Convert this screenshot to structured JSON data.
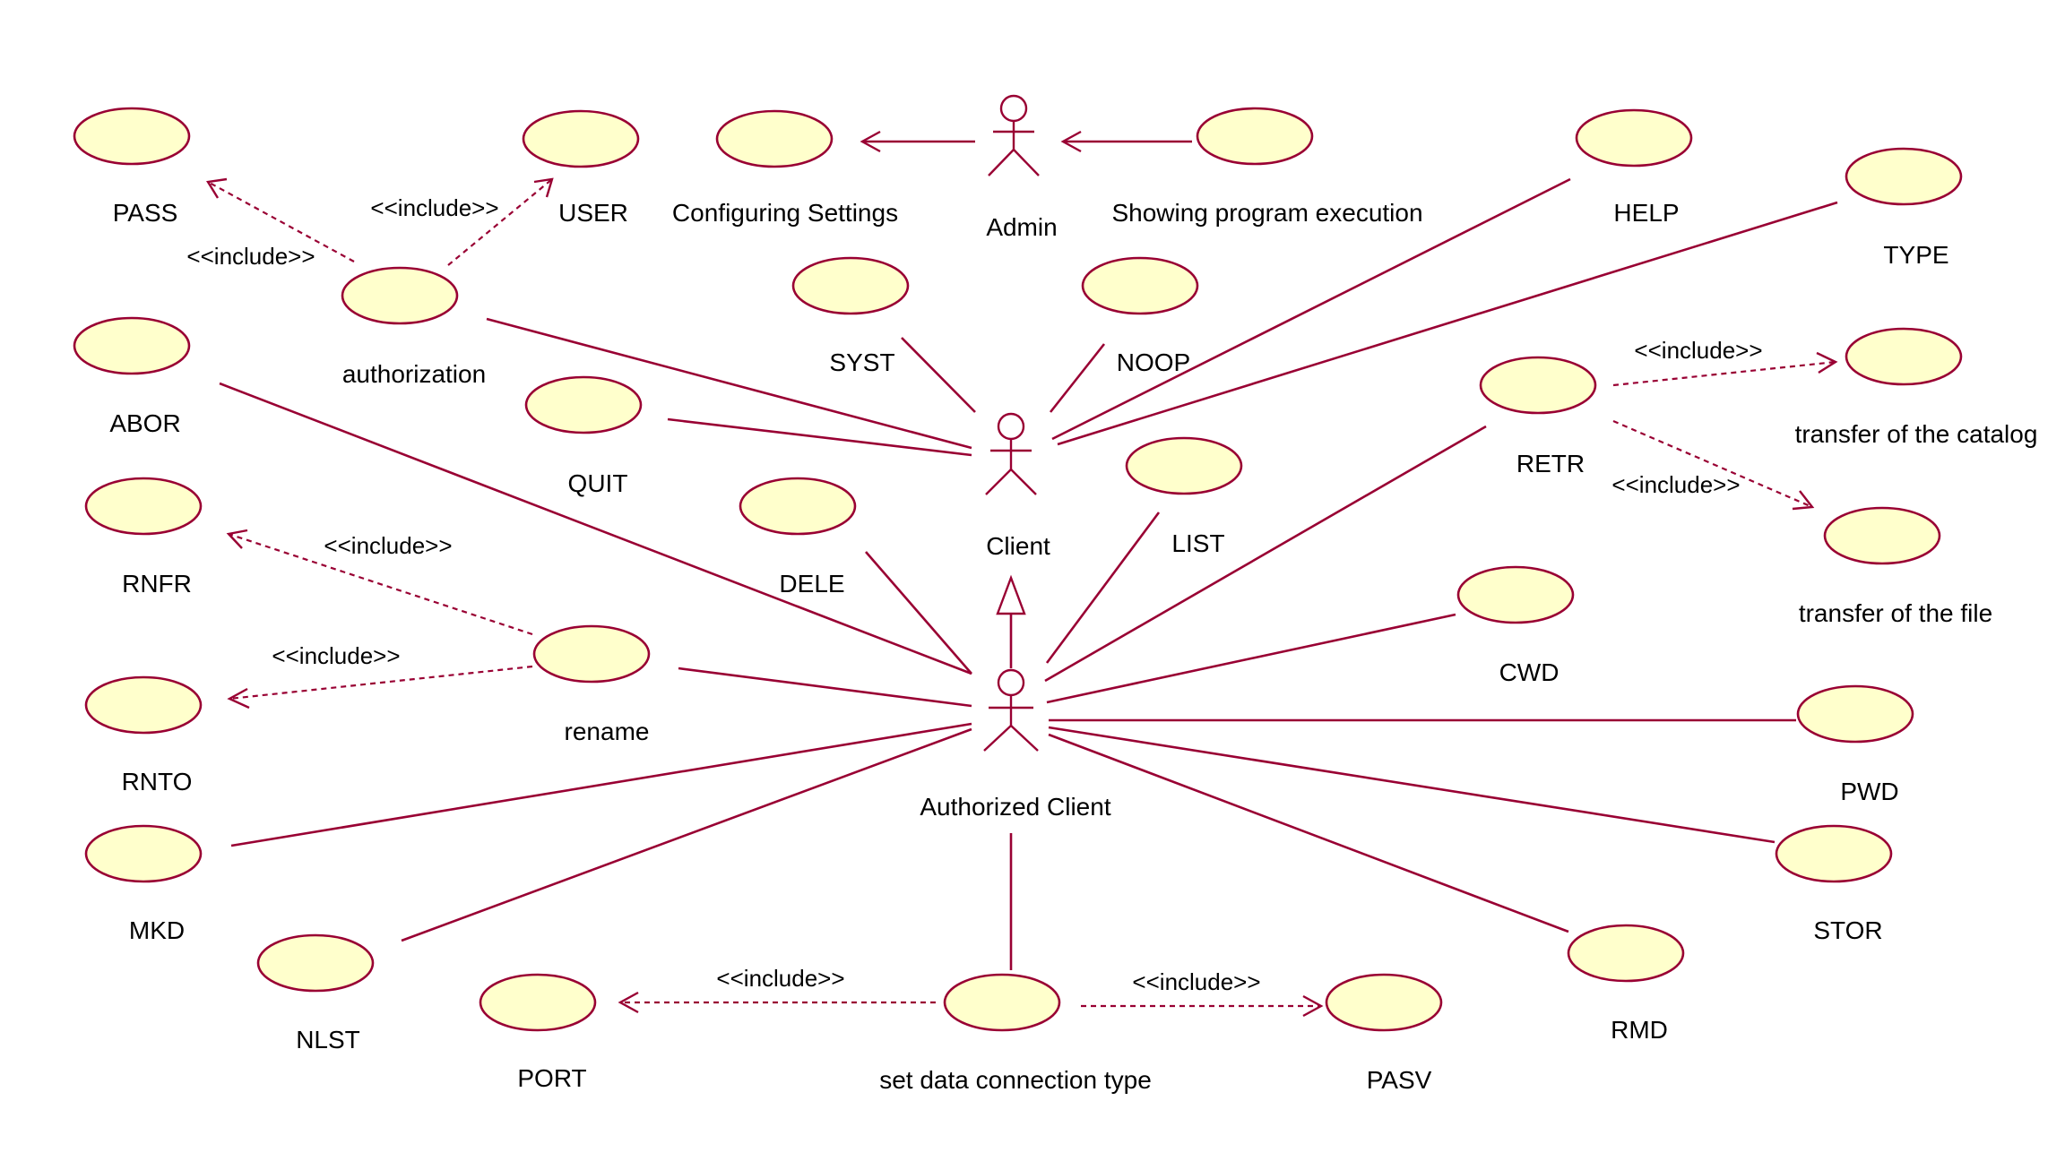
{
  "actors": [
    {
      "id": "admin",
      "label": "Admin"
    },
    {
      "id": "client",
      "label": "Client"
    },
    {
      "id": "authorized_client",
      "label": "Authorized Client"
    }
  ],
  "use_cases": [
    {
      "id": "pass",
      "label": "PASS"
    },
    {
      "id": "user",
      "label": "USER"
    },
    {
      "id": "configuring_settings",
      "label": "Configuring Settings"
    },
    {
      "id": "showing_program_execution",
      "label": "Showing program execution"
    },
    {
      "id": "help",
      "label": "HELP"
    },
    {
      "id": "type",
      "label": "TYPE"
    },
    {
      "id": "authorization",
      "label": "authorization"
    },
    {
      "id": "syst",
      "label": "SYST"
    },
    {
      "id": "noop",
      "label": "NOOP"
    },
    {
      "id": "abor",
      "label": "ABOR"
    },
    {
      "id": "quit",
      "label": "QUIT"
    },
    {
      "id": "retr",
      "label": "RETR"
    },
    {
      "id": "transfer_catalog",
      "label": "transfer of the catalog"
    },
    {
      "id": "list",
      "label": "LIST"
    },
    {
      "id": "rnfr",
      "label": "RNFR"
    },
    {
      "id": "dele",
      "label": "DELE"
    },
    {
      "id": "transfer_file",
      "label": "transfer of the file"
    },
    {
      "id": "cwd",
      "label": "CWD"
    },
    {
      "id": "rename",
      "label": "rename"
    },
    {
      "id": "rnto",
      "label": "RNTO"
    },
    {
      "id": "pwd",
      "label": "PWD"
    },
    {
      "id": "mkd",
      "label": "MKD"
    },
    {
      "id": "stor",
      "label": "STOR"
    },
    {
      "id": "nlst",
      "label": "NLST"
    },
    {
      "id": "rmd",
      "label": "RMD"
    },
    {
      "id": "port",
      "label": "PORT"
    },
    {
      "id": "set_data_connection_type",
      "label": "set data connection type"
    },
    {
      "id": "pasv",
      "label": "PASV"
    }
  ],
  "stereotype": "<<include>>",
  "include_relations": [
    {
      "from": "authorization",
      "to": "pass"
    },
    {
      "from": "authorization",
      "to": "user"
    },
    {
      "from": "retr",
      "to": "transfer_catalog"
    },
    {
      "from": "retr",
      "to": "transfer_file"
    },
    {
      "from": "rename",
      "to": "rnfr"
    },
    {
      "from": "rename",
      "to": "rnto"
    },
    {
      "from": "set_data_connection_type",
      "to": "port"
    },
    {
      "from": "set_data_connection_type",
      "to": "pasv"
    }
  ],
  "generalization": {
    "child": "authorized_client",
    "parent": "client"
  },
  "colors": {
    "line": "#990033",
    "use_case_fill": "#ffffcc",
    "background": "#ffffff"
  }
}
